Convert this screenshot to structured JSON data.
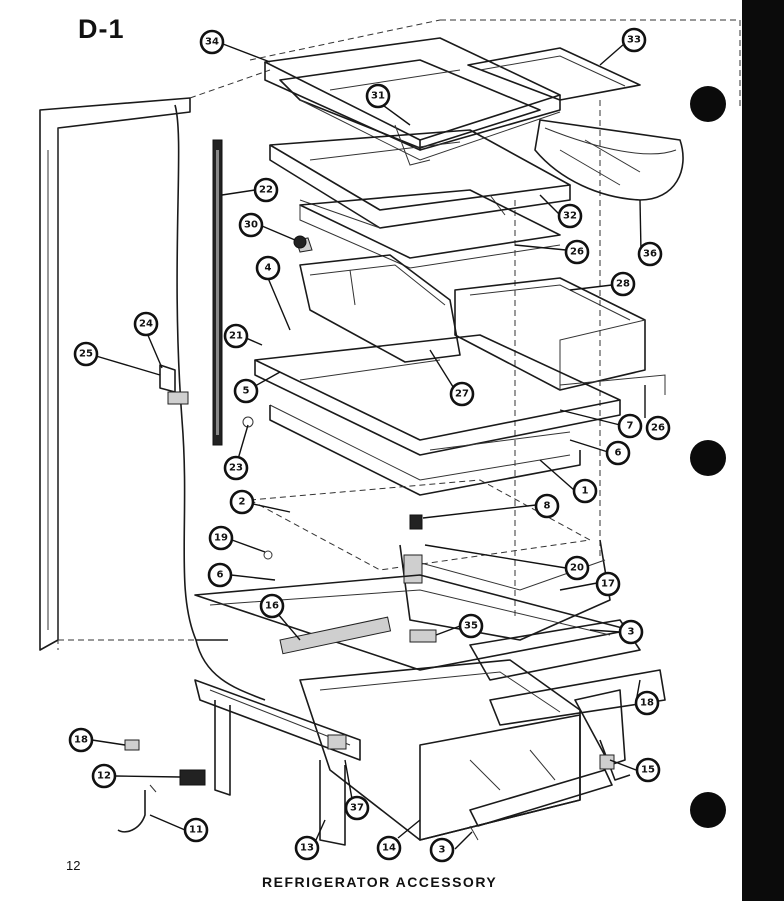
{
  "page": {
    "title": "D-1",
    "page_number": "12",
    "caption": "REFRIGERATOR  ACCESSORY"
  },
  "callouts": [
    {
      "id": "c34",
      "label": "34"
    },
    {
      "id": "c33",
      "label": "33"
    },
    {
      "id": "c31",
      "label": "31"
    },
    {
      "id": "c22",
      "label": "22"
    },
    {
      "id": "c32",
      "label": "32"
    },
    {
      "id": "c36",
      "label": "36"
    },
    {
      "id": "c30",
      "label": "30"
    },
    {
      "id": "c26a",
      "label": "26"
    },
    {
      "id": "c4",
      "label": "4"
    },
    {
      "id": "c28",
      "label": "28"
    },
    {
      "id": "c24",
      "label": "24"
    },
    {
      "id": "c21",
      "label": "21"
    },
    {
      "id": "c25",
      "label": "25"
    },
    {
      "id": "c5",
      "label": "5"
    },
    {
      "id": "c27",
      "label": "27"
    },
    {
      "id": "c7",
      "label": "7"
    },
    {
      "id": "c26b",
      "label": "26"
    },
    {
      "id": "c23",
      "label": "23"
    },
    {
      "id": "c6a",
      "label": "6"
    },
    {
      "id": "c1",
      "label": "1"
    },
    {
      "id": "c2",
      "label": "2"
    },
    {
      "id": "c8",
      "label": "8"
    },
    {
      "id": "c19",
      "label": "19"
    },
    {
      "id": "c20",
      "label": "20"
    },
    {
      "id": "c6b",
      "label": "6"
    },
    {
      "id": "c17",
      "label": "17"
    },
    {
      "id": "c16",
      "label": "16"
    },
    {
      "id": "c35",
      "label": "35"
    },
    {
      "id": "c3a",
      "label": "3"
    },
    {
      "id": "c18a",
      "label": "18"
    },
    {
      "id": "c18b",
      "label": "18"
    },
    {
      "id": "c15",
      "label": "15"
    },
    {
      "id": "c12",
      "label": "12"
    },
    {
      "id": "c37",
      "label": "37"
    },
    {
      "id": "c11",
      "label": "11"
    },
    {
      "id": "c13",
      "label": "13"
    },
    {
      "id": "c14",
      "label": "14"
    },
    {
      "id": "c3b",
      "label": "3"
    }
  ]
}
